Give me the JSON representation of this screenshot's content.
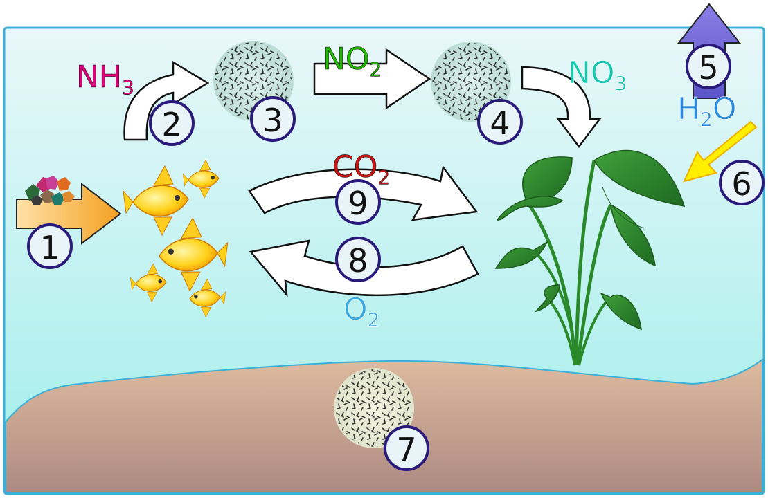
{
  "colors": {
    "water_top": "#e6f6f8",
    "water_bottom": "#9fece9",
    "sand_top": "#dcb89c",
    "sand_bottom": "#b08a80",
    "badge_stroke": "#2a1a7a",
    "nh3": "#e0007a",
    "no2": "#22bb00",
    "no3": "#13c9b0",
    "co2": "#cc1111",
    "o2": "#3aa7e0",
    "h2o": "#2a8ae0",
    "evap_arrow": "#7070d8",
    "light_arrow": "#ffe600"
  },
  "labels": {
    "nh3": {
      "main": "NH",
      "sub": "3"
    },
    "no2": {
      "main": "NO",
      "sub": "2"
    },
    "no3": {
      "main": "NO",
      "sub": "3"
    },
    "co2": {
      "main": "CO",
      "sub": "2"
    },
    "o2": {
      "main": "O",
      "sub": "2"
    },
    "h2o": {
      "pre": "H",
      "sub": "2",
      "post": "O"
    }
  },
  "badges": {
    "b1": "1",
    "b2": "2",
    "b3": "3",
    "b4": "4",
    "b5": "5",
    "b6": "6",
    "b7": "7",
    "b8": "8",
    "b9": "9"
  }
}
